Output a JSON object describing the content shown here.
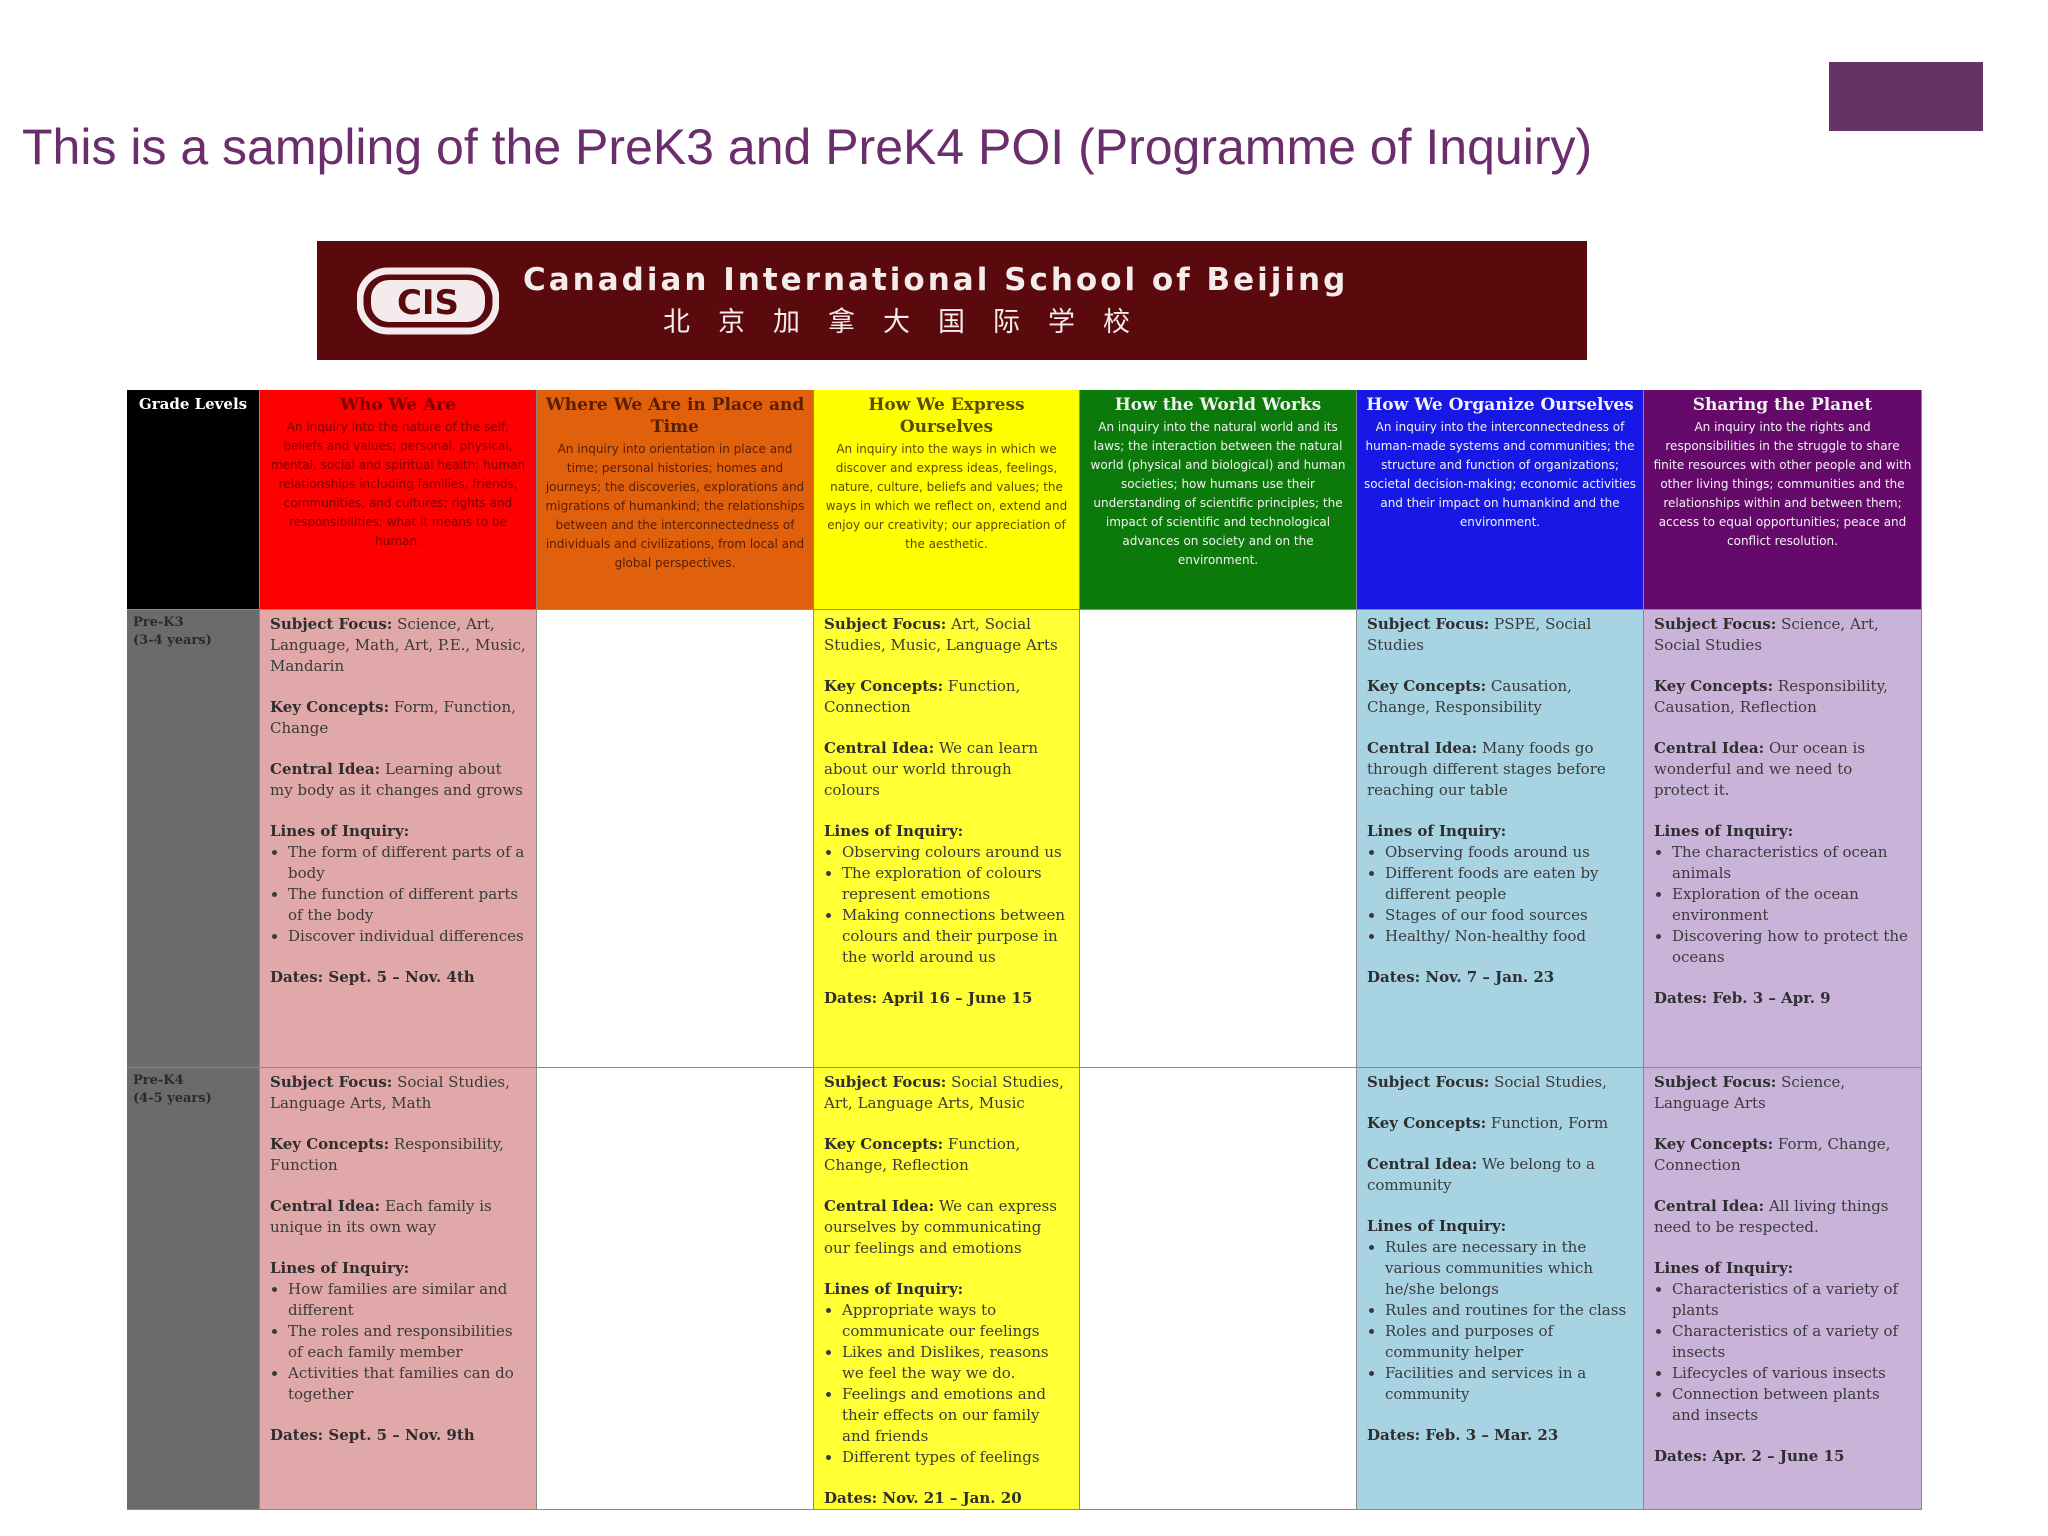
{
  "slide": {
    "title": "This is a sampling of the PreK3 and PreK4 POI (Programme of Inquiry)"
  },
  "banner": {
    "logo_text": "CIS",
    "name_en": "Canadian International School of Beijing",
    "name_cn": "北京加拿大国际学校"
  },
  "table": {
    "grade_header": "Grade Levels",
    "themes": [
      {
        "title": "Who We Are",
        "color": "#ff0000",
        "text_color": "#7a0000",
        "desc": "An inquiry into the nature of the self; beliefs and values; personal, physical, mental, social and spiritual health; human relationships including families, friends, communities, and cultures; rights and responsibilities; what it means to be human."
      },
      {
        "title": "Where We Are in Place and Time",
        "color": "#e0600c",
        "text_color": "#5a1e00",
        "desc": "An inquiry into orientation in place and time; personal histories; homes and journeys; the discoveries, explorations and migrations of humankind; the relationships between and the interconnectedness of individuals and civilizations, from local and global perspectives."
      },
      {
        "title": "How We Express Ourselves",
        "color": "#ffff00",
        "text_color": "#5a4a00",
        "desc": "An inquiry into the ways in which we discover and express ideas, feelings, nature, culture, beliefs and values; the ways in which we reflect on, extend and enjoy our creativity; our appreciation of the aesthetic."
      },
      {
        "title": "How the World Works",
        "color": "#0b7a0b",
        "text_color": "#f2f2f2",
        "desc": "An inquiry into the natural world and its laws; the interaction between the natural world (physical and biological) and human societies; how humans use their understanding of scientific principles; the impact of scientific and technological advances on society and on the environment."
      },
      {
        "title": "How We Organize Ourselves",
        "color": "#1717e6",
        "text_color": "#f2f2f2",
        "desc": "An inquiry into the interconnectedness of human-made systems and communities; the structure and function of organizations; societal decision-making; economic activities and their impact on humankind and the environment."
      },
      {
        "title": "Sharing the Planet",
        "color": "#650a6b",
        "text_color": "#f2f2f2",
        "desc": "An inquiry into the rights and responsibilities in the struggle to share finite resources with other people and with other living things; communities and the relationships within and between them; access to equal opportunities; peace and conflict resolution."
      }
    ],
    "rows": [
      {
        "grade": "Pre-K3",
        "age": "(3-4 years)",
        "who": {
          "subject": "Science, Art, Language, Math, Art, P.E., Music, Mandarin",
          "concepts": "Form, Function, Change",
          "idea": "Learning about my body as it changes and grows",
          "lines": [
            "The form of different parts of a body",
            "The function of different parts of the body",
            "Discover individual differences"
          ],
          "dates": "Dates: Sept. 5 – Nov. 4th"
        },
        "how": {
          "subject": "Art, Social Studies, Music, Language Arts",
          "concepts": "Function, Connection",
          "idea": "We can learn about our world through colours",
          "lines": [
            "Observing colours around us",
            "The exploration of colours represent emotions",
            "Making connections between colours and their purpose in the world around us"
          ],
          "dates": "Dates: April 16 – June 15"
        },
        "org": {
          "subject": "PSPE, Social Studies",
          "concepts": "Causation, Change, Responsibility",
          "idea": "Many foods go through different stages before reaching our table",
          "lines": [
            "Observing foods around us",
            "Different foods are eaten by different people",
            "Stages of our food sources",
            "Healthy/ Non-healthy food"
          ],
          "dates": "Dates: Nov. 7 – Jan. 23"
        },
        "share": {
          "subject": "Science, Art, Social Studies",
          "concepts": "Responsibility, Causation, Reflection",
          "idea": "Our ocean is wonderful and we need to protect it.",
          "lines": [
            "The characteristics of ocean animals",
            "Exploration of the ocean environment",
            "Discovering how to protect the oceans"
          ],
          "dates": "Dates: Feb. 3 – Apr. 9"
        }
      },
      {
        "grade": "Pre-K4",
        "age": "(4-5 years)",
        "who": {
          "subject": "Social Studies, Language Arts, Math",
          "concepts": "Responsibility, Function",
          "idea": "Each family is unique in its own way",
          "lines": [
            "How families are similar and different",
            "The roles and responsibilities of each family member",
            "Activities that families can do together"
          ],
          "dates": "Dates: Sept. 5 – Nov. 9th"
        },
        "how": {
          "subject": "Social Studies, Art, Language Arts, Music",
          "concepts": "Function, Change, Reflection",
          "idea": "We can express ourselves by communicating our feelings and emotions",
          "lines": [
            "Appropriate ways to communicate our feelings",
            "Likes and Dislikes, reasons we feel the way we do.",
            "Feelings and emotions and their effects on our family and friends",
            "Different types of feelings"
          ],
          "dates": "Dates: Nov. 21 – Jan. 20"
        },
        "org": {
          "subject": "Social Studies,",
          "concepts": "Function, Form",
          "idea": "We belong to a community",
          "lines": [
            "Rules are necessary in the various communities which he/she belongs",
            "Rules and routines for the class",
            "Roles and purposes of community helper",
            "Facilities and services in a community"
          ],
          "dates": "Dates: Feb. 3 – Mar. 23"
        },
        "share": {
          "subject": "Science, Language Arts",
          "concepts": "Form, Change, Connection",
          "idea": "All living things need to be respected.",
          "lines": [
            "Characteristics of a variety of plants",
            "Characteristics of a variety of insects",
            "Lifecycles of various insects",
            "Connection between plants and insects"
          ],
          "dates": "Dates: Apr. 2 – June 15"
        }
      }
    ],
    "labels": {
      "subject": "Subject Focus:",
      "concepts": "Key Concepts:",
      "idea": "Central Idea:",
      "lines": "Lines of Inquiry:"
    }
  }
}
